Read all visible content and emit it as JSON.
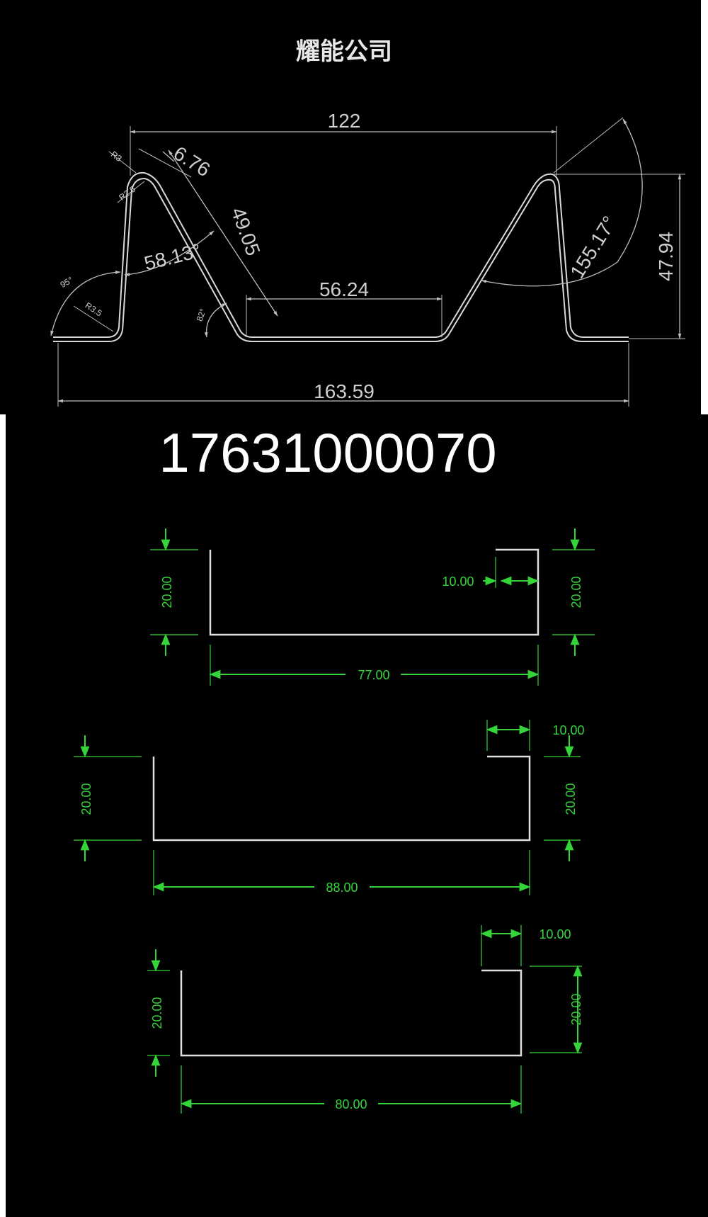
{
  "header": {
    "company": "耀能公司",
    "phone": "17631000070"
  },
  "profile_drawing": {
    "width_top": "122",
    "total_width": "163.59",
    "bottom_flat": "56.24",
    "height": "47.94",
    "web_length": "49.05",
    "crest_width": "6.76",
    "angle_inner": "58.13°",
    "angle_outer": "155.17°",
    "angle_left": "95°",
    "angle_bottom": "82°",
    "radius_top": "R3",
    "radius_crest": "R2.5",
    "radius_foot": "R3.5"
  },
  "channel_drawings": [
    {
      "left_height": "20.00",
      "right_height": "20.00",
      "lip": "10.00",
      "width": "77.00"
    },
    {
      "left_height": "20.00",
      "right_height": "20.00",
      "lip": "10.00",
      "width": "88.00"
    },
    {
      "left_height": "20.00",
      "right_height": "20.00",
      "lip": "10.00",
      "width": "80.00"
    }
  ],
  "colors": {
    "background": "#000000",
    "outline": "#d8d8d8",
    "dimension_gray": "#bdbdbd",
    "dimension_green": "#35d43a"
  }
}
